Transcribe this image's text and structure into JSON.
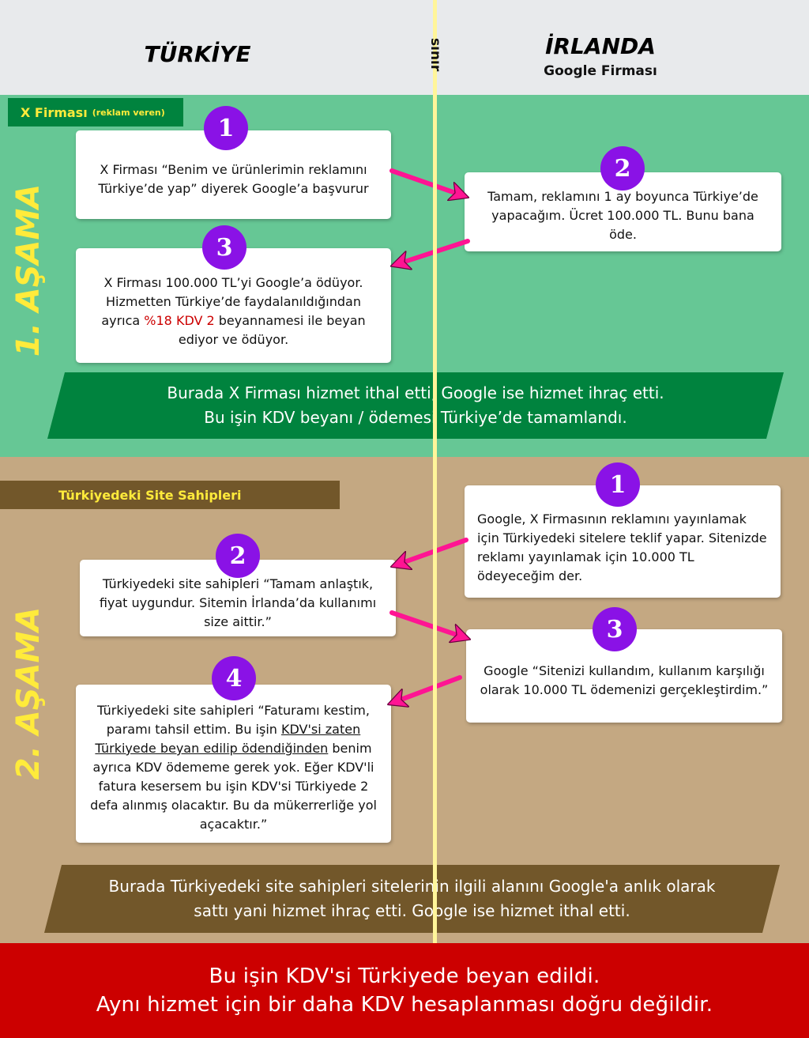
{
  "header": {
    "left_country": "TÜRKİYE",
    "right_country": "İRLANDA",
    "right_subtitle": "Google Firması",
    "border_label": "sınır"
  },
  "stage1": {
    "label": "1. AŞAMA",
    "tag_main": "X Firması",
    "tag_small": "(reklam veren)",
    "steps": [
      {
        "number": "1",
        "text": "X Firması “Benim ve ürünlerimin reklamını Türkiye’de yap” diyerek Google’a başvurur"
      },
      {
        "number": "2",
        "text": "Tamam, reklamını 1 ay boyunca Türkiye’de yapacağım. Ücret 100.000 TL. Bunu bana öde."
      },
      {
        "number": "3",
        "text_before": "X Firması 100.000 TL’yi Google’a ödüyor. Hizmetten Türkiye’de faydalanıldığından ayrıca ",
        "text_highlight": "%18 KDV 2",
        "text_after": " beyannamesi ile beyan ediyor ve ödüyor."
      }
    ],
    "summary_lines": [
      "Burada X Firması hizmet ithal etti, Google ise hizmet ihraç etti.",
      "Bu işin KDV beyanı / ödemesi Türkiye’de tamamlandı."
    ]
  },
  "stage2": {
    "label": "2. AŞAMA",
    "tag": "Türkiyedeki Site Sahipleri",
    "steps": [
      {
        "number": "1",
        "text": "Google, X Firmasının reklamını yayınlamak için Türkiyedeki sitelere teklif yapar. Sitenizde reklamı yayınlamak için 10.000 TL ödeyeceğim der."
      },
      {
        "number": "2",
        "text": "Türkiyedeki site sahipleri “Tamam anlaştık, fiyat uygundur. Sitemin İrlanda’da kullanımı size aittir.”"
      },
      {
        "number": "3",
        "text": "Google “Sitenizi kullandım, kullanım karşılığı olarak 10.000 TL ödemenizi gerçekleştirdim.”"
      },
      {
        "number": "4",
        "text_before": "Türkiyedeki site sahipleri “Faturamı kestim, paramı tahsil ettim. Bu işin ",
        "text_underline": "KDV'si zaten Türkiyede beyan edilip ödendiğinden",
        "text_after": " benim ayrıca KDV ödememe gerek yok. Eğer KDV'li fatura kesersem bu işin KDV'si Türkiyede 2 defa alınmış olacaktır. Bu da mükerrerliğe yol açacaktır.”"
      }
    ],
    "summary_lines": [
      "Burada Türkiyedeki site sahipleri sitelerinin ilgili alanını Google'a anlık olarak",
      "sattı yani hizmet ihraç etti. Google ise hizmet ithal etti."
    ]
  },
  "footer": {
    "lines": [
      "Bu işin KDV'si Türkiyede beyan edildi.",
      "Aynı hizmet için bir daha KDV hesaplanması doğru değildir."
    ]
  },
  "colors": {
    "stage1_bg": "#66c795",
    "stage1_banner": "#00833e",
    "stage2_bg": "#c4a882",
    "stage2_banner": "#72572a",
    "badge": "#8a12e6",
    "arrow": "#ff1493",
    "footer": "#cc0000",
    "border_line": "#fff59a",
    "stage_label": "#ffeb3b"
  }
}
